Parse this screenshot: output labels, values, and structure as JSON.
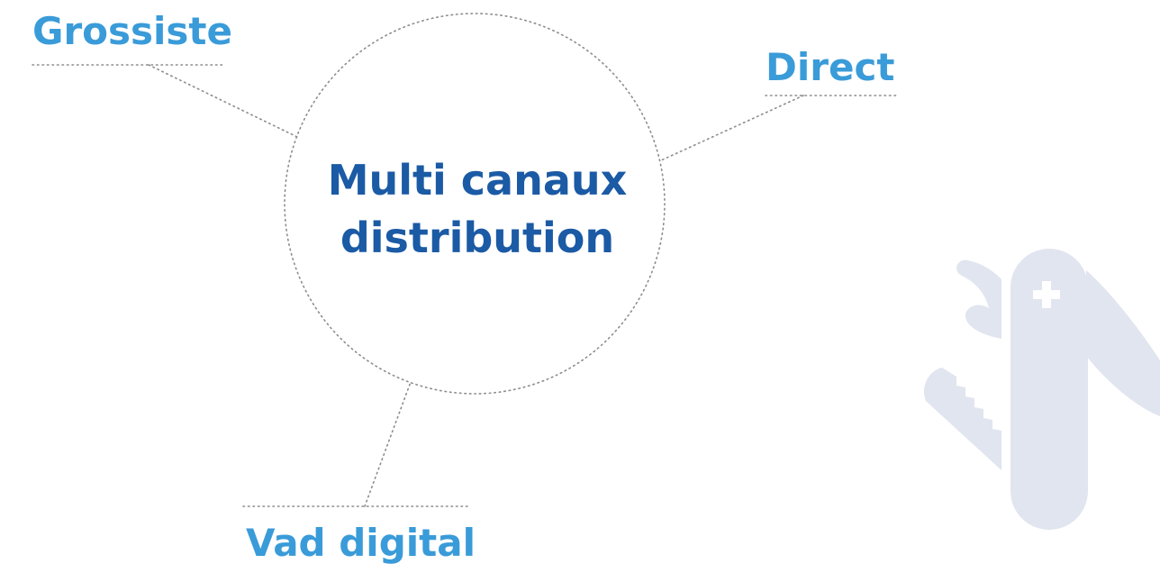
{
  "center": {
    "line1": "Multi canaux",
    "line2": "distribution"
  },
  "branches": {
    "grossiste": "Grossiste",
    "direct": "Direct",
    "vad": "Vad digital"
  },
  "colors": {
    "center_text": "#1b5aa5",
    "branch_text": "#3a9bd9",
    "dotted_line": "#8c8c8c",
    "icon": "#e1e5ef"
  },
  "icons": {
    "decoration": "swiss-army-knife-icon"
  }
}
